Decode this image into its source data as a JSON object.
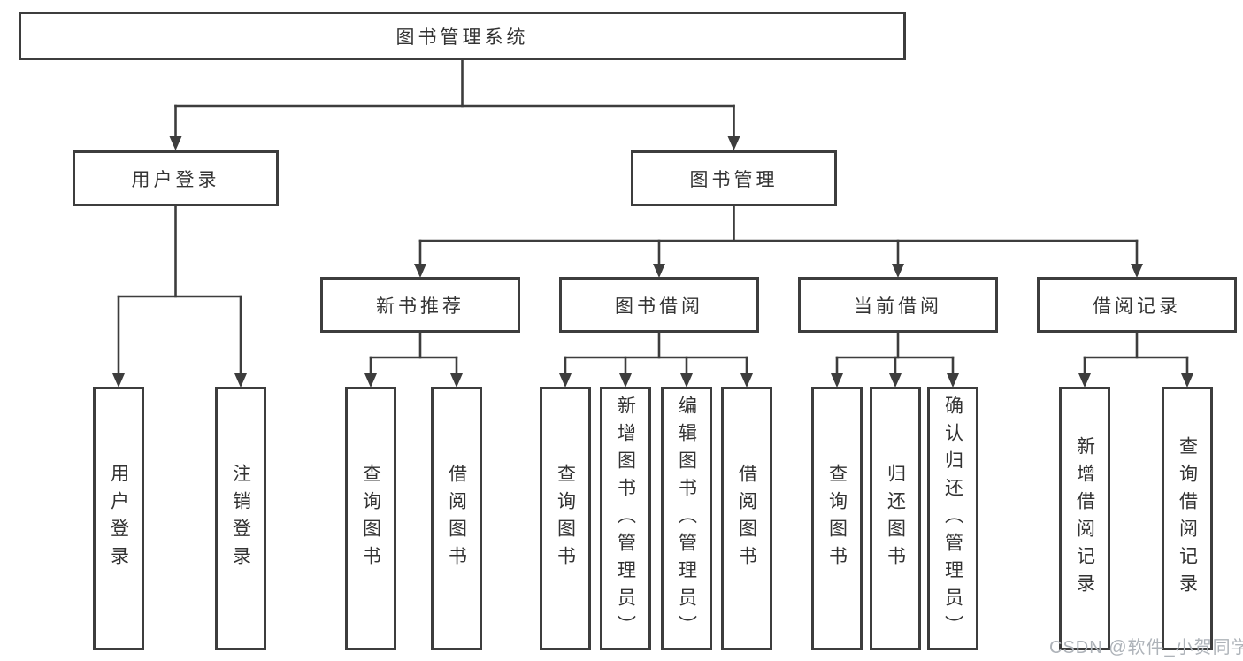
{
  "colors": {
    "line": "#3d3d3d",
    "text": "#333333",
    "watermark": "#aeb3b9",
    "background": "#ffffff"
  },
  "watermark": {
    "text": "CSDN @软件_小贺同学"
  },
  "tree": {
    "root": {
      "label": "图书管理系统",
      "children": [
        {
          "label": "用户登录",
          "children": [
            {
              "label": "用户登录"
            },
            {
              "label": "注销登录"
            }
          ]
        },
        {
          "label": "图书管理",
          "children": [
            {
              "label": "新书推荐",
              "children": [
                {
                  "label": "查询图书"
                },
                {
                  "label": "借阅图书"
                }
              ]
            },
            {
              "label": "图书借阅",
              "children": [
                {
                  "label": "查询图书"
                },
                {
                  "label": "新增图书（管理员）"
                },
                {
                  "label": "编辑图书（管理员）"
                },
                {
                  "label": "借阅图书"
                }
              ]
            },
            {
              "label": "当前借阅",
              "children": [
                {
                  "label": "查询图书"
                },
                {
                  "label": "归还图书"
                },
                {
                  "label": "确认归还（管理员）"
                }
              ]
            },
            {
              "label": "借阅记录",
              "children": [
                {
                  "label": "新增借阅记录"
                },
                {
                  "label": "查询借阅记录"
                }
              ]
            }
          ]
        }
      ]
    }
  }
}
